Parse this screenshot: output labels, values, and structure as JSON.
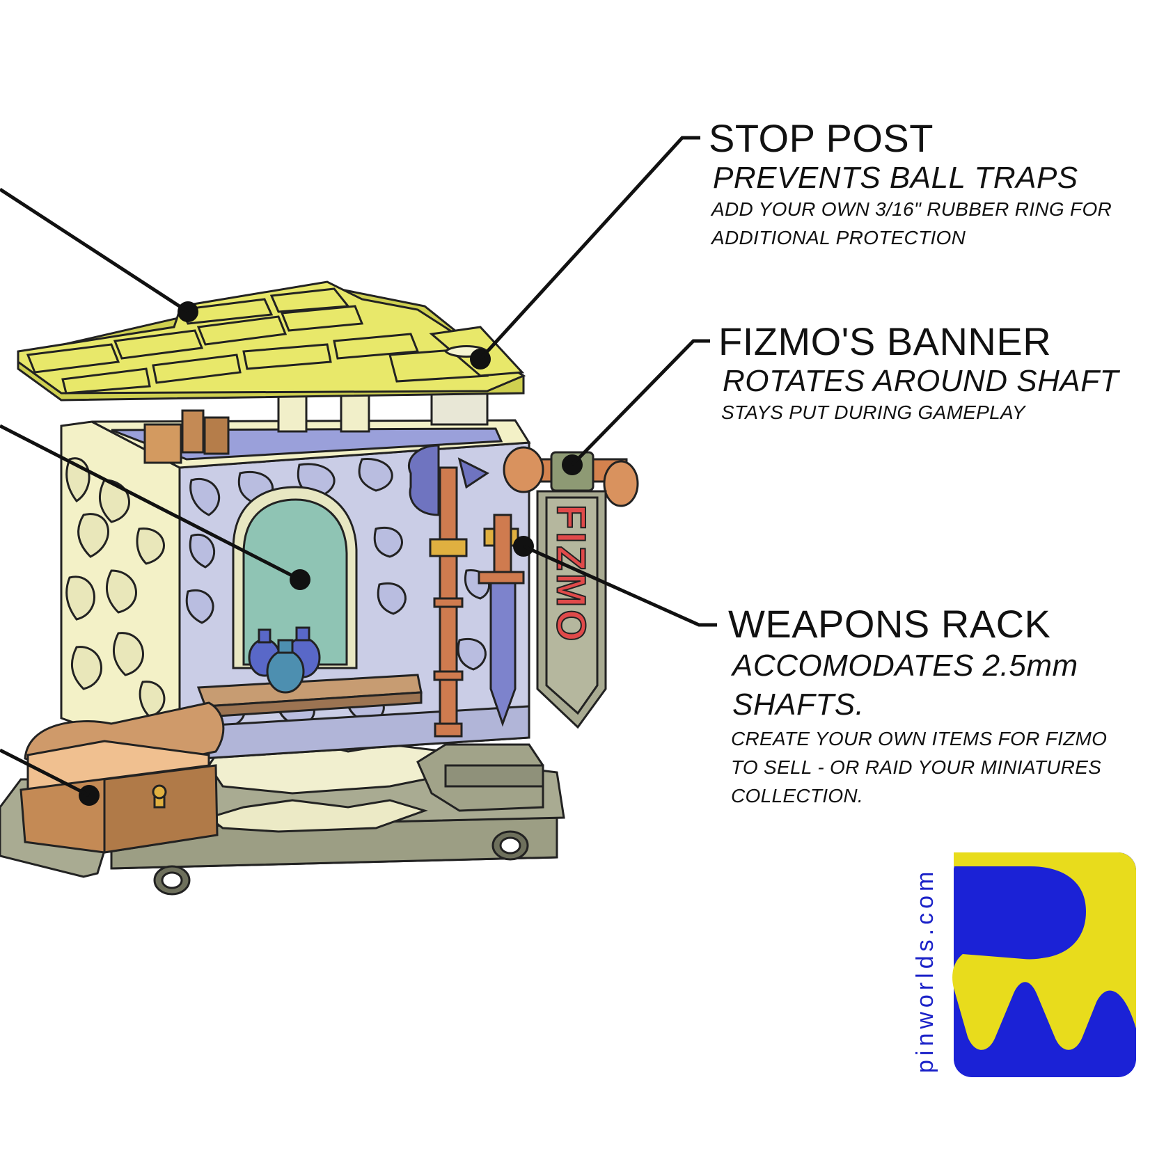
{
  "callouts": {
    "stop_post": {
      "title": "STOP POST",
      "subtitle": "PREVENTS BALL TRAPS",
      "detail_lines": [
        "ADD YOUR OWN 3/16\" RUBBER RING FOR",
        "ADDITIONAL PROTECTION"
      ]
    },
    "banner": {
      "title": "FIZMO'S BANNER",
      "subtitle": "ROTATES AROUND SHAFT",
      "detail_lines": [
        "STAYS PUT DURING GAMEPLAY"
      ]
    },
    "weapons_rack": {
      "title": "WEAPONS RACK",
      "subtitle_lines": [
        "ACCOMODATES 2.5mm",
        "SHAFTS."
      ],
      "detail_lines": [
        "CREATE YOUR OWN ITEMS FOR FIZMO",
        "TO SELL - OR RAID YOUR MINIATURES",
        "COLLECTION."
      ]
    }
  },
  "banner_text": "FIZMO",
  "logo": {
    "text": "pinworlds.com",
    "colors": {
      "blue": "#1b22d6",
      "yellow": "#e8dc1c"
    }
  },
  "colors": {
    "roof": "#e8e86a",
    "stone": "#c9cce6",
    "wall_side": "#f2f0c4",
    "window": "#8fc4b4",
    "copper": "#d4824e",
    "base": "#a6a890",
    "wood": "#cf9a6a"
  }
}
